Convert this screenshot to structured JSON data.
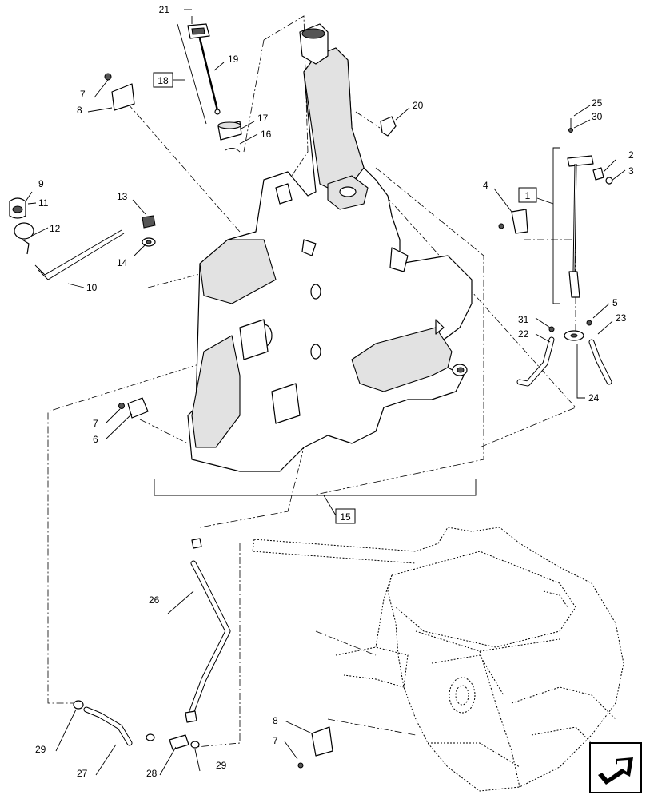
{
  "callouts": {
    "c1": "1",
    "c2": "2",
    "c3": "3",
    "c4": "4",
    "c5": "5",
    "c6": "6",
    "c7a": "7",
    "c7b": "7",
    "c7c": "7",
    "c8a": "8",
    "c8b": "8",
    "c9": "9",
    "c10": "10",
    "c11": "11",
    "c12": "12",
    "c13": "13",
    "c14": "14",
    "c15": "15",
    "c16": "16",
    "c17": "17",
    "c18": "18",
    "c19": "19",
    "c20": "20",
    "c21": "21",
    "c22": "22",
    "c23": "23",
    "c24": "24",
    "c25": "25",
    "c26": "26",
    "c27": "27",
    "c28": "28",
    "c29a": "29",
    "c29b": "29",
    "c30": "30",
    "c31": "31"
  },
  "nav": {
    "icon": "next-arrow-icon"
  },
  "colors": {
    "line": "#000000",
    "background": "#ffffff",
    "shade": "#e2e2e2"
  }
}
